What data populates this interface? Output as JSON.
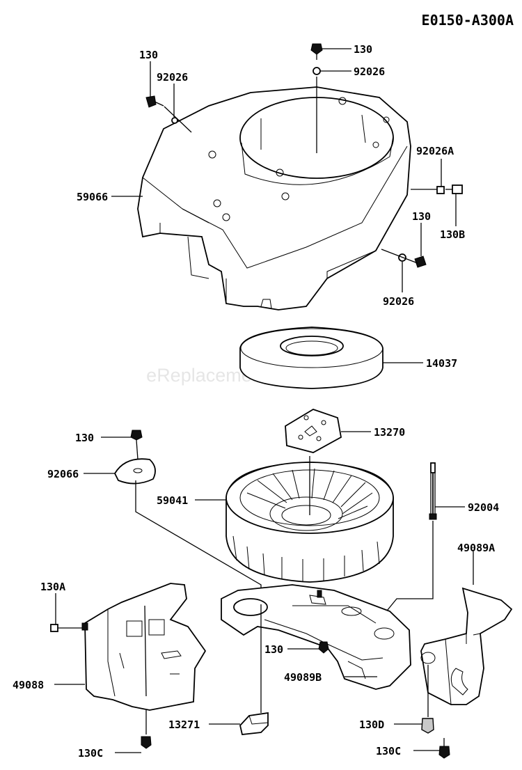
{
  "diagram_code": "E0150-A300A",
  "watermark": "eReplacementParts.com",
  "labels": {
    "l130_top_left": "130",
    "l92026_top_left": "92026",
    "l130_top": "130",
    "l92026_top": "92026",
    "l59066": "59066",
    "l92026A": "92026A",
    "l130_right": "130",
    "l130B": "130B",
    "l92026_right": "92026",
    "l14037": "14037",
    "l130_mid": "130",
    "l13270": "13270",
    "l92066": "92066",
    "l59041": "59041",
    "l92004": "92004",
    "l49089A": "49089A",
    "l130A": "130A",
    "l130_low": "130",
    "l49088": "49088",
    "l49089B": "49089B",
    "l13271": "13271",
    "l130D": "130D",
    "l130C": "130C",
    "l130C_right": "130C"
  }
}
